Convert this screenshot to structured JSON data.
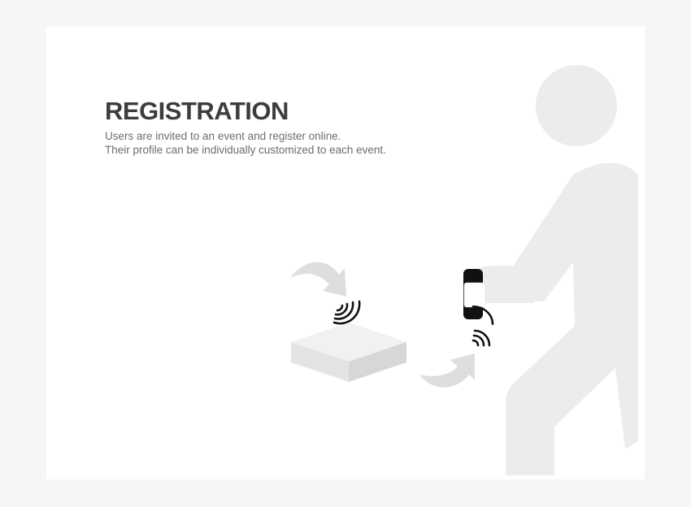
{
  "section": {
    "title": "REGISTRATION",
    "description_lines": [
      "Users are invited to an event and register online.",
      "Their profile can be individually customized to each event."
    ]
  },
  "illustration": {
    "person_color": "#ececec",
    "box_top_color": "#f1f1f1",
    "box_left_color": "#e4e4e4",
    "box_right_color": "#d7d7d7",
    "arrow_color": "#dedede",
    "signal_color": "#111111",
    "wristband_color": "#111111",
    "wristband_face_color": "#ffffff",
    "icons": [
      "person-silhouette-icon",
      "reader-box-icon",
      "wristband-icon",
      "signal-waves-icon",
      "curved-arrow-icon"
    ]
  }
}
